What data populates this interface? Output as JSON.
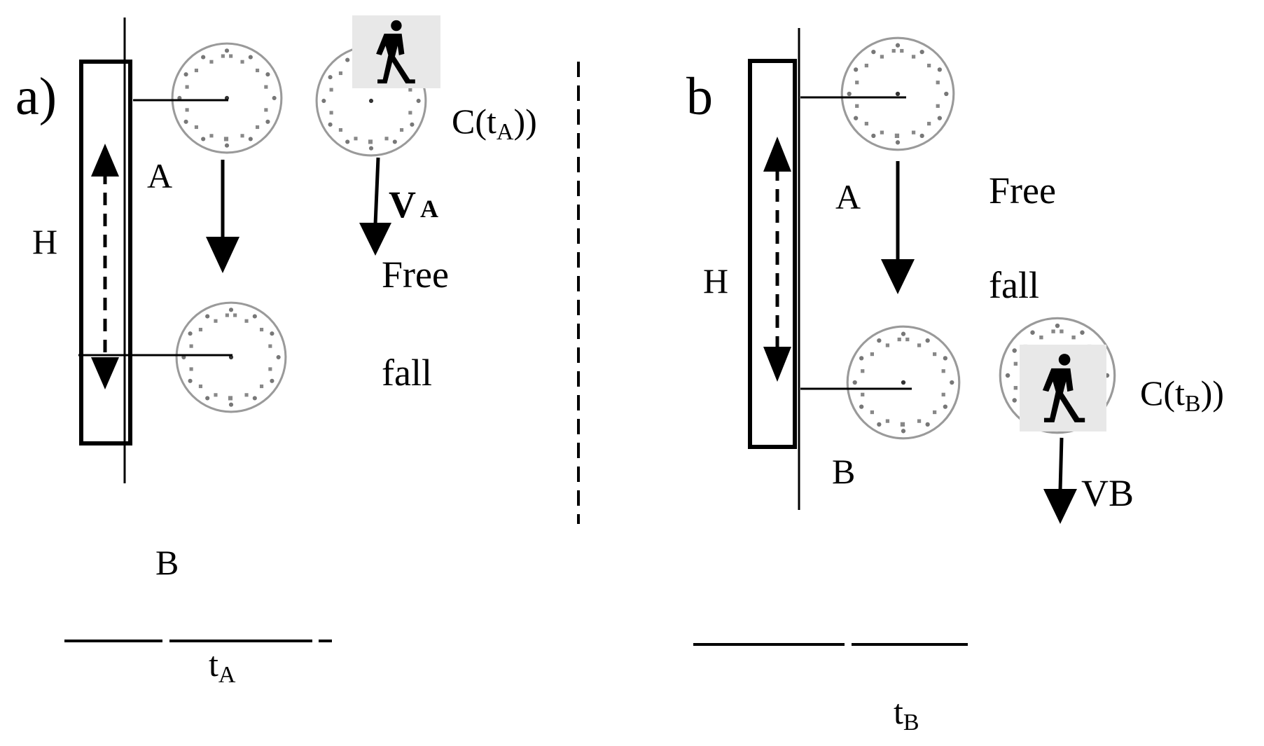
{
  "panel_a": {
    "label": "a)",
    "point_a": "A",
    "point_b": "B",
    "height": "H",
    "clock_label_prefix": "C(t",
    "clock_label_sub": "A",
    "clock_label_suffix": "))",
    "velocity_main": "V",
    "velocity_sub": "A",
    "free": "Free",
    "fall": "fall",
    "time_main": "t",
    "time_sub": "A"
  },
  "panel_b": {
    "label": "b",
    "point_a": "A",
    "point_b": "B",
    "height": "H",
    "clock_label_prefix": "C(t",
    "clock_label_sub": "B",
    "clock_label_suffix": "))",
    "velocity_main": "V",
    "velocity_sub": "B",
    "free": "Free",
    "fall": "fall",
    "time_main": "t",
    "time_sub": "B"
  }
}
